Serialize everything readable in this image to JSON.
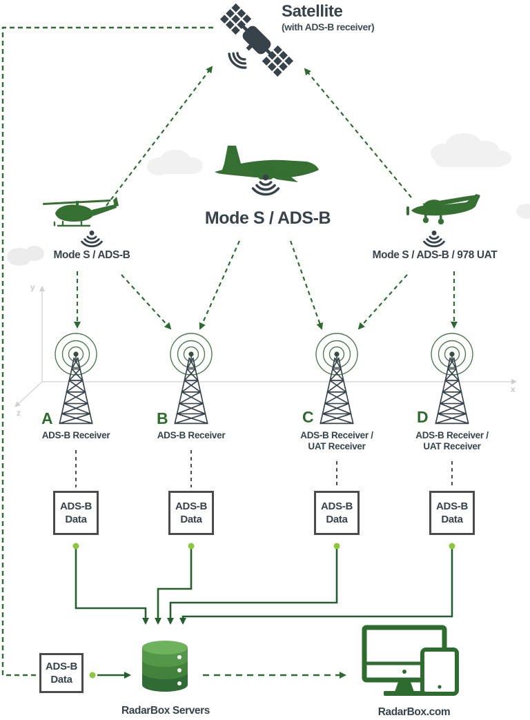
{
  "title": {
    "main": "Satellite",
    "sub": "(with ADS-B receiver)"
  },
  "aircraft": {
    "jet_label": "Mode S / ADS-B",
    "helicopter_label": "Mode S / ADS-B",
    "ga_label": "Mode S / ADS-B / 978 UAT"
  },
  "axes": {
    "x_label": "x",
    "y_label": "y",
    "z_label": "z"
  },
  "receivers": [
    {
      "id": "A",
      "line1": "ADS-B Receiver",
      "line2": ""
    },
    {
      "id": "B",
      "line1": "ADS-B Receiver",
      "line2": ""
    },
    {
      "id": "C",
      "line1": "ADS-B Receiver /",
      "line2": "UAT Receiver"
    },
    {
      "id": "D",
      "line1": "ADS-B Receiver /",
      "line2": "UAT Receiver"
    }
  ],
  "data_box": {
    "line1": "ADS-B",
    "line2": "Data"
  },
  "footer": {
    "servers_label": "RadarBox Servers",
    "website_label": "RadarBox.com"
  },
  "colors": {
    "dark_green_line": "#2d6a30",
    "bus_green": "#235e2e",
    "bright_green_dot": "#8dc63f",
    "charcoal": "#37424a",
    "aircraft_green": "#356f31",
    "axis_gray": "#d7d7d7",
    "cloud_gray": "#f1f1f1",
    "db_greens": [
      "#6fb25e",
      "#549748",
      "#43823d",
      "#2f6b33"
    ]
  }
}
